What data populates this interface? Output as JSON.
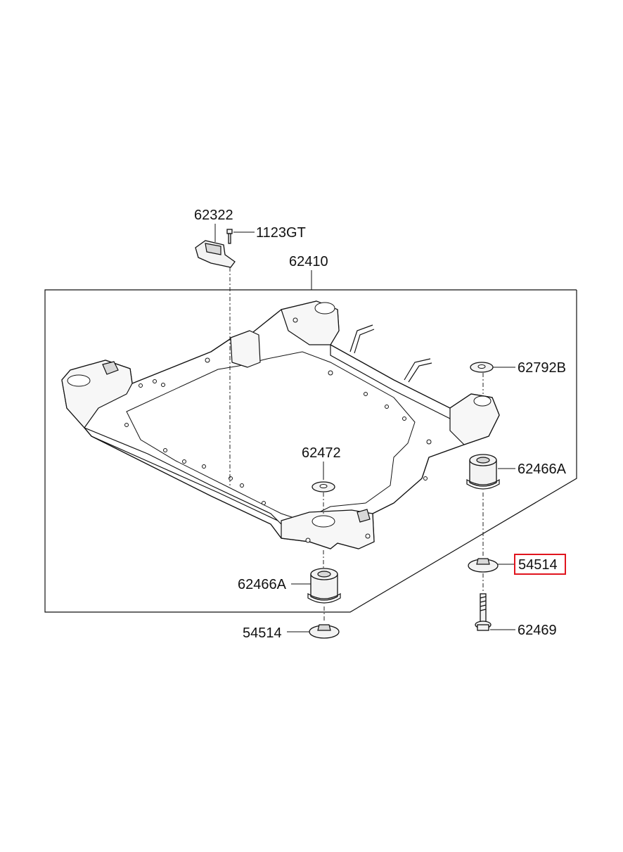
{
  "labels": {
    "p62322": "62322",
    "p1123GT": "1123GT",
    "p62410": "62410",
    "p62792B": "62792B",
    "p62472": "62472",
    "p62466A_right": "62466A",
    "p54514_right": "54514",
    "p62466A_left": "62466A",
    "p54514_left": "54514",
    "p62469": "62469"
  },
  "highlight": {
    "part": "54514",
    "color": "#e0141e"
  }
}
